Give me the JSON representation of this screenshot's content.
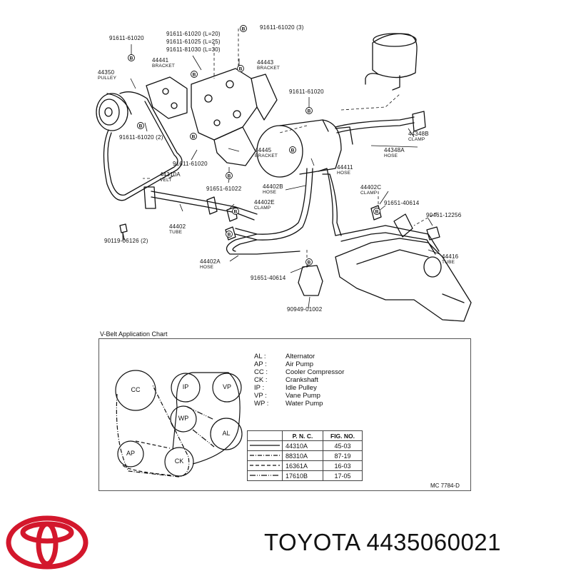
{
  "parts": [
    {
      "id": "p1",
      "code": "91611-61020",
      "sub": ""
    },
    {
      "id": "p2",
      "code": "91611-61020 (L=20)",
      "sub": ""
    },
    {
      "id": "p3",
      "code": "91611-61025 (L=25)",
      "sub": ""
    },
    {
      "id": "p4",
      "code": "91611-81030 (L=30)",
      "sub": ""
    },
    {
      "id": "p5",
      "code": "91611-61020 (3)",
      "sub": ""
    },
    {
      "id": "p6",
      "code": "44441",
      "sub": "BRACKET"
    },
    {
      "id": "p7",
      "code": "44443",
      "sub": "BRACKET"
    },
    {
      "id": "p8",
      "code": "44350",
      "sub": "PULLEY"
    },
    {
      "id": "p9",
      "code": "91611-61020",
      "sub": ""
    },
    {
      "id": "p10",
      "code": "44348B",
      "sub": "CLAMP"
    },
    {
      "id": "p11",
      "code": "44348A",
      "sub": "HOSE"
    },
    {
      "id": "p12",
      "code": "91611-61020 (2)",
      "sub": ""
    },
    {
      "id": "p13",
      "code": "44445",
      "sub": "BRACKET"
    },
    {
      "id": "p14",
      "code": "91611-61020",
      "sub": ""
    },
    {
      "id": "p15",
      "code": "44411",
      "sub": "HOSE"
    },
    {
      "id": "p16",
      "code": "44310A",
      "sub": "VELT"
    },
    {
      "id": "p17",
      "code": "91651-61022",
      "sub": ""
    },
    {
      "id": "p18",
      "code": "44402B",
      "sub": "HOSE"
    },
    {
      "id": "p19",
      "code": "44402C",
      "sub": "CLAMP"
    },
    {
      "id": "p20",
      "code": "44402E",
      "sub": "CLAMP"
    },
    {
      "id": "p21",
      "code": "91651-40614",
      "sub": ""
    },
    {
      "id": "p22",
      "code": "90461-12256",
      "sub": ""
    },
    {
      "id": "p23",
      "code": "44402",
      "sub": "TUBE"
    },
    {
      "id": "p24",
      "code": "90119-06126 (2)",
      "sub": ""
    },
    {
      "id": "p25",
      "code": "44416",
      "sub": "TUBE"
    },
    {
      "id": "p26",
      "code": "44402A",
      "sub": "HOSE"
    },
    {
      "id": "p27",
      "code": "91651-40614",
      "sub": ""
    },
    {
      "id": "p28",
      "code": "90949-01002",
      "sub": ""
    }
  ],
  "callout_letter": "B",
  "chart": {
    "title": "V-Belt Application Chart",
    "pulleys": [
      "CC",
      "IP",
      "VP",
      "WP",
      "AL",
      "AP",
      "CK"
    ],
    "legend": [
      {
        "abbr": "AL :",
        "name": "Alternator"
      },
      {
        "abbr": "AP :",
        "name": "Air Pump"
      },
      {
        "abbr": "CC :",
        "name": "Cooler Compressor"
      },
      {
        "abbr": "CK :",
        "name": "Crankshaft"
      },
      {
        "abbr": "IP :",
        "name": "Idle Pulley"
      },
      {
        "abbr": "VP :",
        "name": "Vane Pump"
      },
      {
        "abbr": "WP :",
        "name": "Water Pump"
      }
    ],
    "table_headers": [
      "P. N. C.",
      "FIG. NO."
    ],
    "table_rows": [
      {
        "pnc": "44310A",
        "fig": "45-03",
        "dash": ""
      },
      {
        "pnc": "88310A",
        "fig": "87-19",
        "dash": "6 2 1 2"
      },
      {
        "pnc": "16361A",
        "fig": "16-03",
        "dash": "5 3"
      },
      {
        "pnc": "17610B",
        "fig": "17-05",
        "dash": "8 2 1 2 1 2"
      }
    ]
  },
  "drawing_code": "MC 7784-D",
  "brand": {
    "text": "TOYOTA 4435060021",
    "logo_color": "#d3172c"
  }
}
